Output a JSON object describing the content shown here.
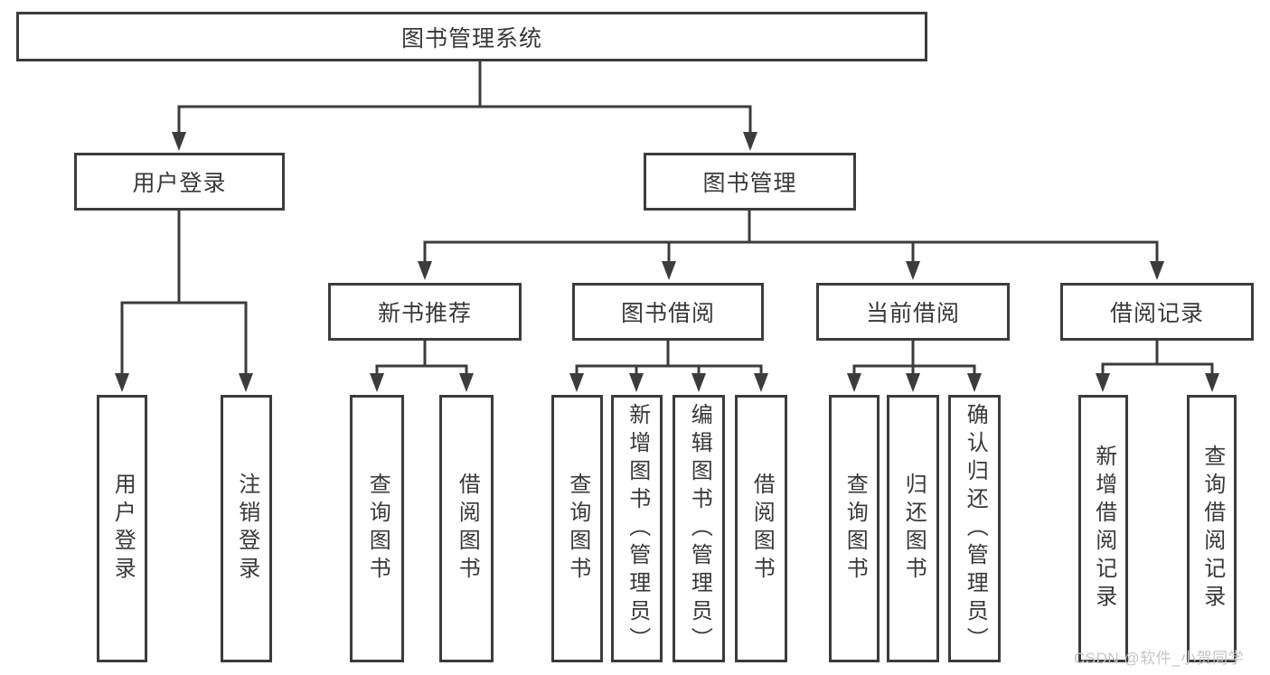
{
  "tree": {
    "label": "图书管理系统",
    "children": [
      {
        "label": "用户登录",
        "children": [
          {
            "label": "用户登录"
          },
          {
            "label": "注销登录"
          }
        ]
      },
      {
        "label": "图书管理",
        "children": [
          {
            "label": "新书推荐",
            "children": [
              {
                "label": "查询图书"
              },
              {
                "label": "借阅图书"
              }
            ]
          },
          {
            "label": "图书借阅",
            "children": [
              {
                "label": "查询图书"
              },
              {
                "label": "新增图书（管理员）"
              },
              {
                "label": "编辑图书（管理员）"
              },
              {
                "label": "借阅图书"
              }
            ]
          },
          {
            "label": "当前借阅",
            "children": [
              {
                "label": "查询图书"
              },
              {
                "label": "归还图书"
              },
              {
                "label": "确认归还（管理员）"
              }
            ]
          },
          {
            "label": "借阅记录",
            "children": [
              {
                "label": "新增借阅记录"
              },
              {
                "label": "查询借阅记录"
              }
            ]
          }
        ]
      }
    ]
  },
  "watermark": {
    "text": "CSDN @软件_小贺同学"
  },
  "colors": {
    "line": "#3c3c3c",
    "box_border": "#3c3c3c",
    "box_fill": "#ffffff",
    "text": "#383838",
    "watermark": "#c5c5c5",
    "background": "#ffffff"
  }
}
